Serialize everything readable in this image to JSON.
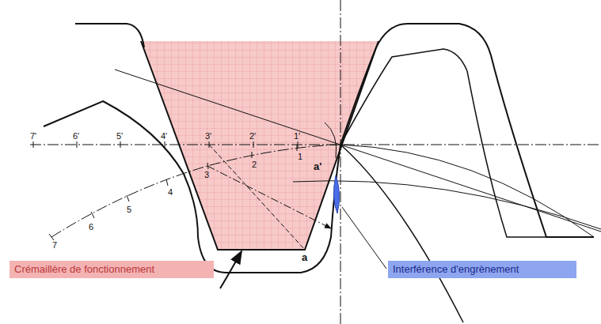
{
  "diagram": {
    "nodes": [
      {
        "text": [
          "Crémaillère de fonctionnement"
        ]
      },
      {
        "text": [
          "Interférence d'engrènement"
        ]
      }
    ],
    "labels": [
      "7'",
      "6'",
      "5'",
      "4'",
      "3'",
      "2'",
      "1'",
      "1",
      "2",
      "3",
      "4",
      "5",
      "6",
      "7",
      "a'",
      "a"
    ]
  }
}
